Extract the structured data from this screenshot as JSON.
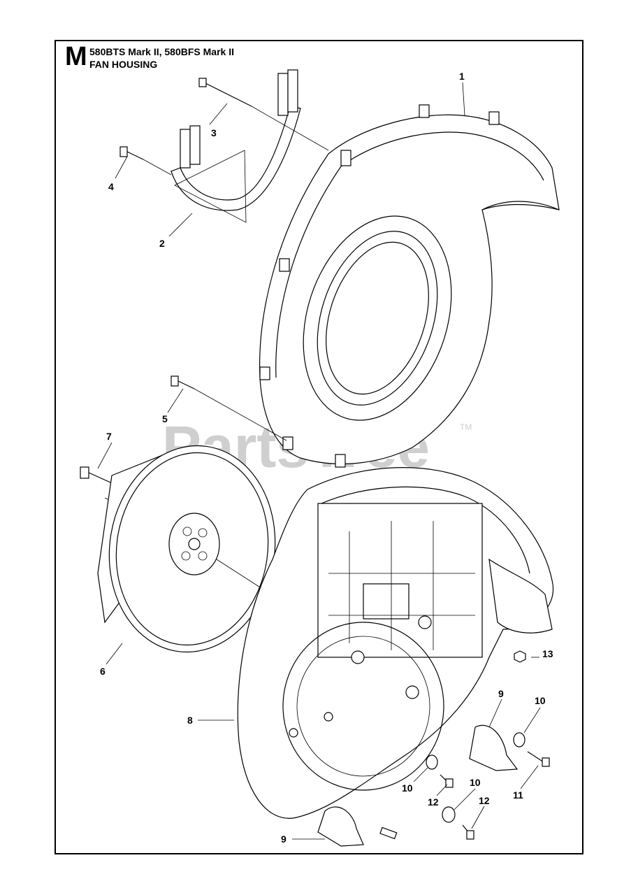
{
  "header": {
    "section_letter": "M",
    "models": "580BTS Mark II, 580BFS Mark II",
    "title": "FAN HOUSING"
  },
  "watermark": {
    "text": "PartsTree",
    "trademark": "TM"
  },
  "parts": [
    {
      "label": "1"
    },
    {
      "label": "2"
    },
    {
      "label": "3"
    },
    {
      "label": "4"
    },
    {
      "label": "5"
    },
    {
      "label": "6"
    },
    {
      "label": "7"
    },
    {
      "label": "8"
    },
    {
      "label": "9"
    },
    {
      "label": "10"
    },
    {
      "label": "10"
    },
    {
      "label": "10"
    },
    {
      "label": "11"
    },
    {
      "label": "12"
    },
    {
      "label": "12"
    },
    {
      "label": "13"
    },
    {
      "label": "9"
    }
  ]
}
